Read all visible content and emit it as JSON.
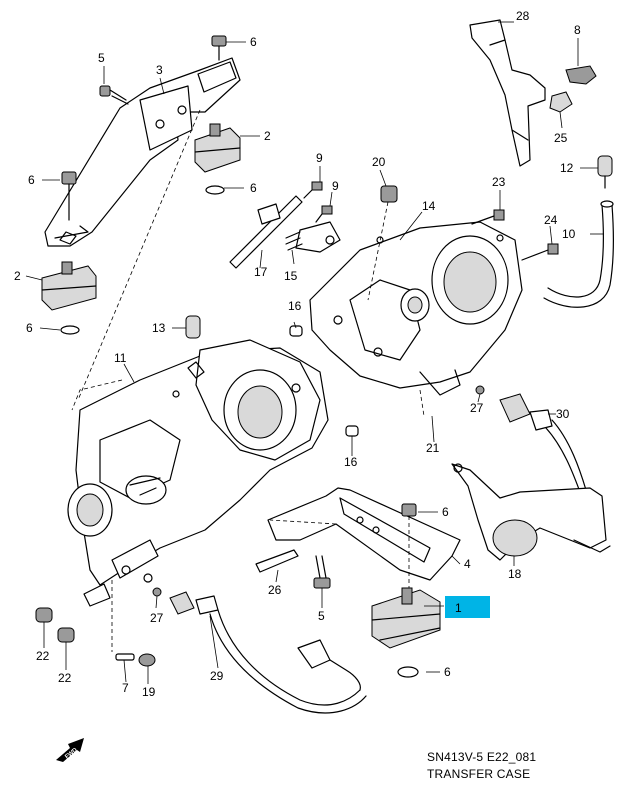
{
  "diagram": {
    "code": "SN413V-5 E22_081",
    "title": "TRANSFER CASE",
    "fwd_label": "FWD",
    "highlighted_part": "1",
    "highlight_color": "#00b4e6",
    "callouts": {
      "c1": "1",
      "c2a": "2",
      "c2b": "2",
      "c3": "3",
      "c4": "4",
      "c5a": "5",
      "c5b": "5",
      "c6a": "6",
      "c6b": "6",
      "c6c": "6",
      "c6d": "6",
      "c6e": "6",
      "c6f": "6",
      "c7": "7",
      "c8": "8",
      "c9a": "9",
      "c9b": "9",
      "c10": "10",
      "c11": "11",
      "c12": "12",
      "c13": "13",
      "c14": "14",
      "c15": "15",
      "c16a": "16",
      "c16b": "16",
      "c17": "17",
      "c18": "18",
      "c19": "19",
      "c20": "20",
      "c21": "21",
      "c22a": "22",
      "c22b": "22",
      "c23": "23",
      "c24": "24",
      "c25": "25",
      "c26": "26",
      "c27a": "27",
      "c27b": "27",
      "c28": "28",
      "c29": "29",
      "c30": "30"
    }
  }
}
